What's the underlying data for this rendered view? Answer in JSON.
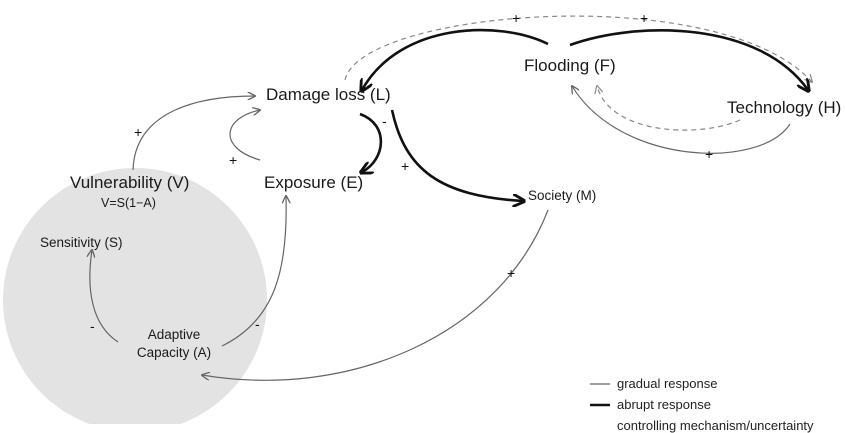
{
  "nodes": {
    "damage_loss": "Damage loss  (L)",
    "flooding": "Flooding (F)",
    "technology": "Technology (H)",
    "exposure": "Exposure (E)",
    "vulnerability": "Vulnerability (V)",
    "vulnerability_formula": "V=S(1−A)",
    "society": "Society (M)",
    "sensitivity": "Sensitivity (S)",
    "adaptive_capacity_line1": "Adaptive",
    "adaptive_capacity_line2": "Capacity (A)"
  },
  "signs": {
    "plus": "+",
    "minus": "-"
  },
  "legend": {
    "gradual": "gradual response",
    "abrupt": "abrupt response",
    "third": "controlling mechanism/uncertainty"
  },
  "colors": {
    "gradual_line": "#666666",
    "abrupt_line": "#111111",
    "dashed_line": "#888888",
    "circle_fill": "#e3e3e3"
  }
}
